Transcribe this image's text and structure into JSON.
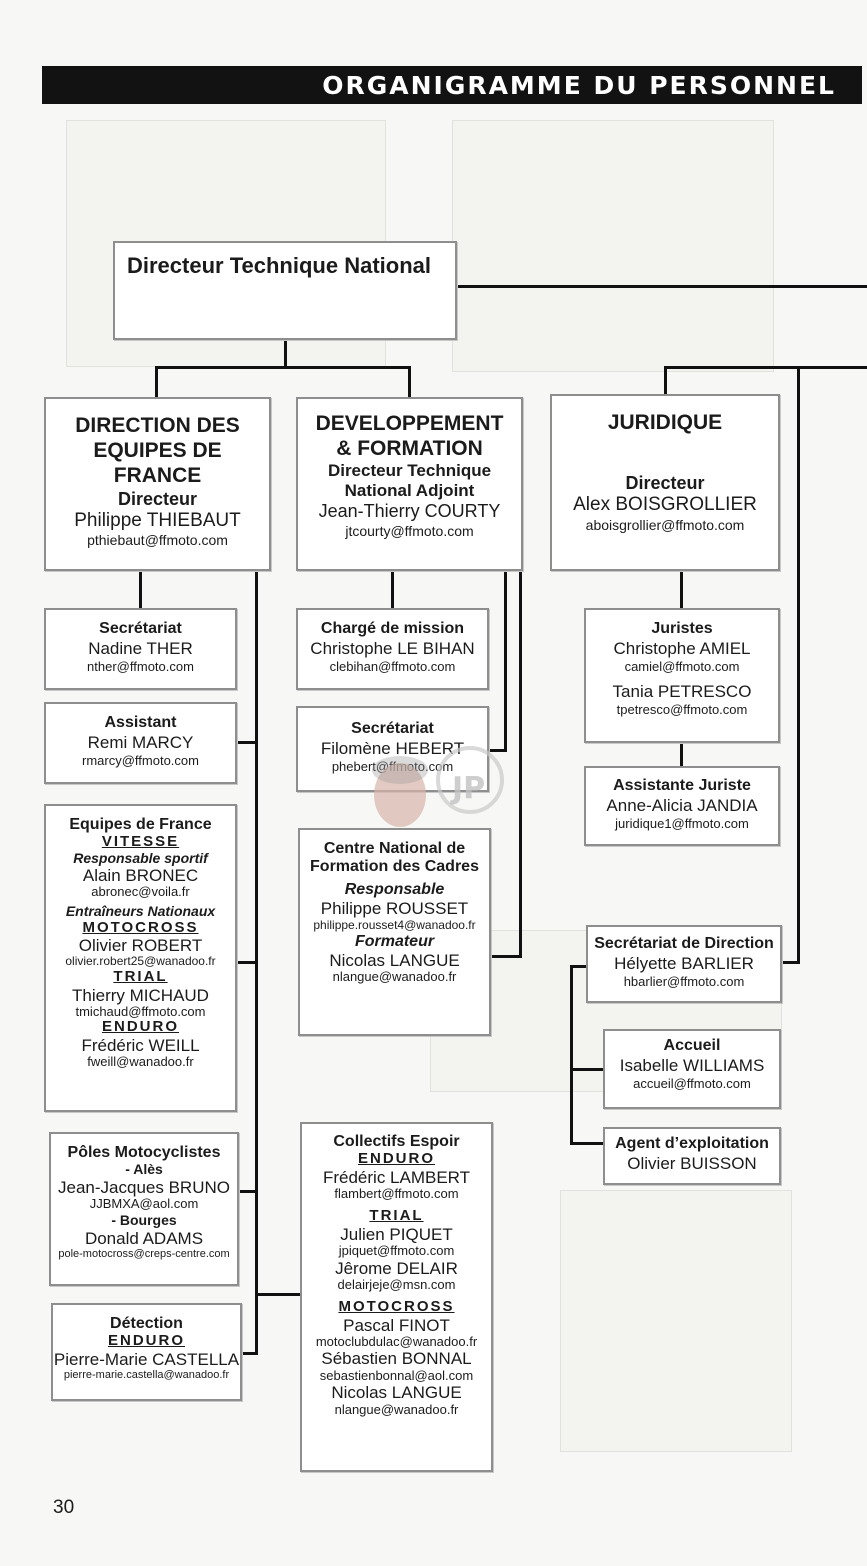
{
  "page": {
    "banner": "ORGANIGRAMME DU PERSONNEL",
    "page_number": "30"
  },
  "dtn": {
    "title": "Directeur Technique National"
  },
  "equipes": {
    "title": "DIRECTION DES EQUIPES DE FRANCE",
    "role": "Directeur",
    "name": "Philippe THIEBAUT",
    "email": "pthiebaut@ffmoto.com"
  },
  "developpement": {
    "title": "DEVELOPPEMENT & FORMATION",
    "role": "Directeur Technique National Adjoint",
    "name": "Jean-Thierry COURTY",
    "email": "jtcourty@ffmoto.com"
  },
  "juridique": {
    "title": "JURIDIQUE",
    "role": "Directeur",
    "name": "Alex BOISGROLLIER",
    "email": "aboisgrollier@ffmoto.com"
  },
  "secretariat_eq": {
    "title": "Secrétariat",
    "name": "Nadine THER",
    "email": "nther@ffmoto.com"
  },
  "assistant": {
    "title": "Assistant",
    "name": "Remi MARCY",
    "email": "rmarcy@ffmoto.com"
  },
  "equipes_france": {
    "title": "Equipes de France",
    "vitesse": "VITESSE",
    "resp_label": "Responsable sportif",
    "resp_name": "Alain BRONEC",
    "resp_email": "abronec@voila.fr",
    "entraineurs": "Entraîneurs Nationaux",
    "motocross": "MOTOCROSS",
    "mx_name": "Olivier ROBERT",
    "mx_email": "olivier.robert25@wanadoo.fr",
    "trial": "TRIAL",
    "trial_name": "Thierry MICHAUD",
    "trial_email": "tmichaud@ffmoto.com",
    "enduro": "ENDURO",
    "enduro_name": "Frédéric WEILL",
    "enduro_email": "fweill@wanadoo.fr"
  },
  "poles": {
    "title": "Pôles Motocyclistes",
    "ales": "- Alès",
    "ales_name": "Jean-Jacques BRUNO",
    "ales_email": "JJBMXA@aol.com",
    "bourges": "- Bourges",
    "bourges_name": "Donald ADAMS",
    "bourges_email": "pole-motocross@creps-centre.com"
  },
  "detection": {
    "title": "Détection",
    "enduro": "ENDURO",
    "name": "Pierre-Marie CASTELLA",
    "email": "pierre-marie.castella@wanadoo.fr"
  },
  "charge_mission": {
    "title": "Chargé de mission",
    "name": "Christophe LE BIHAN",
    "email": "clebihan@ffmoto.com"
  },
  "secretariat_dev": {
    "title": "Secrétariat",
    "name": "Filomène HEBERT",
    "email": "phebert@ffmoto.com"
  },
  "cnfc": {
    "title": "Centre National de Formation des Cadres",
    "resp_label": "Responsable",
    "resp_name": "Philippe ROUSSET",
    "resp_email": "philippe.rousset4@wanadoo.fr",
    "form_label": "Formateur",
    "form_name": "Nicolas LANGUE",
    "form_email": "nlangue@wanadoo.fr"
  },
  "collectifs": {
    "title": "Collectifs Espoir",
    "enduro": "ENDURO",
    "en_name": "Frédéric LAMBERT",
    "en_email": "flambert@ffmoto.com",
    "trial": "TRIAL",
    "tr1_name": "Julien PIQUET",
    "tr1_email": "jpiquet@ffmoto.com",
    "tr2_name": "Jêrome DELAIR",
    "tr2_email": "delairjeje@msn.com",
    "motocross": "MOTOCROSS",
    "mx1_name": "Pascal FINOT",
    "mx1_email": "motoclubdulac@wanadoo.fr",
    "mx2_name": "Sébastien BONNAL",
    "mx2_email": "sebastienbonnal@aol.com",
    "mx3_name": "Nicolas LANGUE",
    "mx3_email": "nlangue@wanadoo.fr"
  },
  "juristes": {
    "title": "Juristes",
    "n1": "Christophe AMIEL",
    "e1": "camiel@ffmoto.com",
    "n2": "Tania PETRESCO",
    "e2": "tpetresco@ffmoto.com"
  },
  "assistante_juriste": {
    "title": "Assistante Juriste",
    "name": "Anne-Alicia JANDIA",
    "email": "juridique1@ffmoto.com"
  },
  "secretariat_direction": {
    "title": "Secrétariat de Direction",
    "name": "Hélyette BARLIER",
    "email": "hbarlier@ffmoto.com"
  },
  "accueil": {
    "title": "Accueil",
    "name": "Isabelle WILLIAMS",
    "email": "accueil@ffmoto.com"
  },
  "agent": {
    "title": "Agent d’exploitation",
    "name": "Olivier BUISSON"
  },
  "watermark": {
    "text": "JP"
  }
}
